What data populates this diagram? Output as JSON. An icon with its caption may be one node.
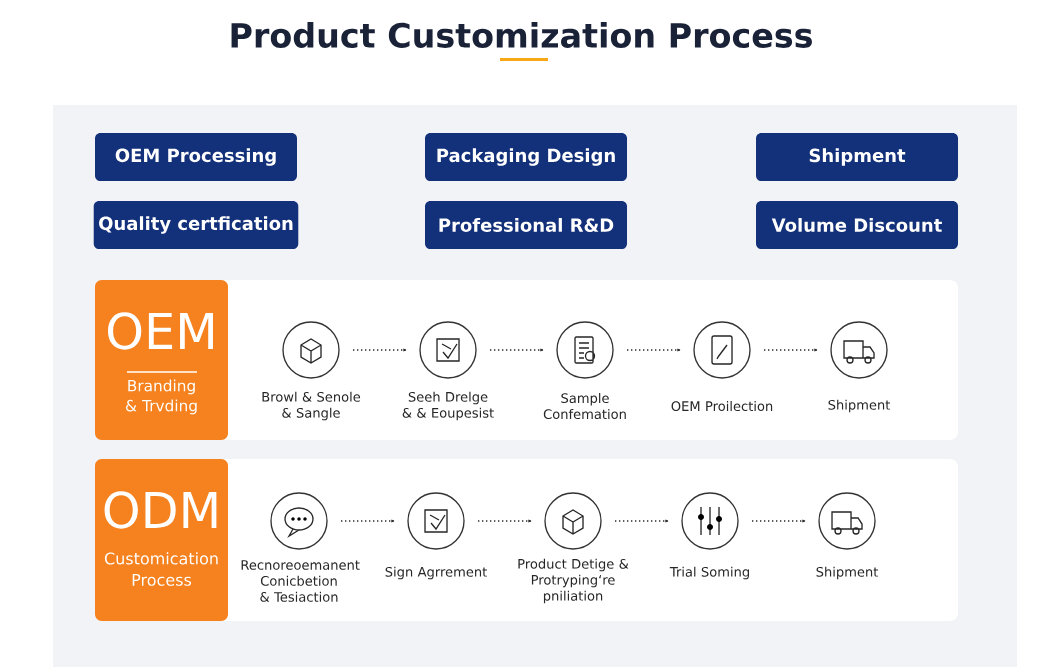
{
  "diagram": {
    "title": "Product Customization Process",
    "nodes": [
      {
        "text": [
          "OEM Processing"
        ]
      },
      {
        "text": [
          "Packaging Design"
        ]
      },
      {
        "text": [
          "Shipment"
        ]
      },
      {
        "text": [
          "Quality certfication"
        ]
      },
      {
        "text": [
          "Professional R&D"
        ]
      },
      {
        "text": [
          "Volume Discount"
        ]
      },
      {
        "text": [
          "OEM",
          "Branding & Trvding"
        ]
      },
      {
        "text": [],
        "shape": "circle",
        "beside": [
          "Browl & Senole & Sangle"
        ]
      },
      {
        "text": [],
        "shape": "circle",
        "beside": [
          "Seeh Drelge & & Eoupesist"
        ]
      },
      {
        "text": [],
        "shape": "circle",
        "beside": [
          "Sample Confemation"
        ]
      },
      {
        "text": [],
        "shape": "circle",
        "beside": [
          "OEM Proilection"
        ]
      },
      {
        "text": [],
        "shape": "circle",
        "beside": [
          "Shipment"
        ]
      },
      {
        "text": [
          "ODM",
          "Customication Process"
        ]
      },
      {
        "text": [],
        "shape": "circle",
        "beside": [
          "Recnoreoemanent Conicbetion & Tesiaction"
        ]
      },
      {
        "text": [],
        "shape": "circle",
        "beside": [
          "Sign Agrrement"
        ]
      },
      {
        "text": [],
        "shape": "circle",
        "beside": [
          "Product Detige & Protrypingʻre pniliation"
        ]
      },
      {
        "text": [],
        "shape": "circle",
        "beside": [
          "Trial Soming"
        ]
      },
      {
        "text": [],
        "shape": "circle",
        "beside": [
          "Shipment"
        ]
      }
    ],
    "edges": [
      {
        "from": 7,
        "to": 8,
        "arrow": "to"
      },
      {
        "from": 8,
        "to": 9,
        "arrow": "to"
      },
      {
        "from": 9,
        "to": 10,
        "arrow": "to"
      },
      {
        "from": 10,
        "to": 11,
        "arrow": "to"
      },
      {
        "from": 13,
        "to": 14,
        "arrow": "to"
      },
      {
        "from": 14,
        "to": 15,
        "arrow": "to"
      },
      {
        "from": 15,
        "to": 16,
        "arrow": "to"
      },
      {
        "from": 16,
        "to": 17,
        "arrow": "to"
      }
    ]
  }
}
